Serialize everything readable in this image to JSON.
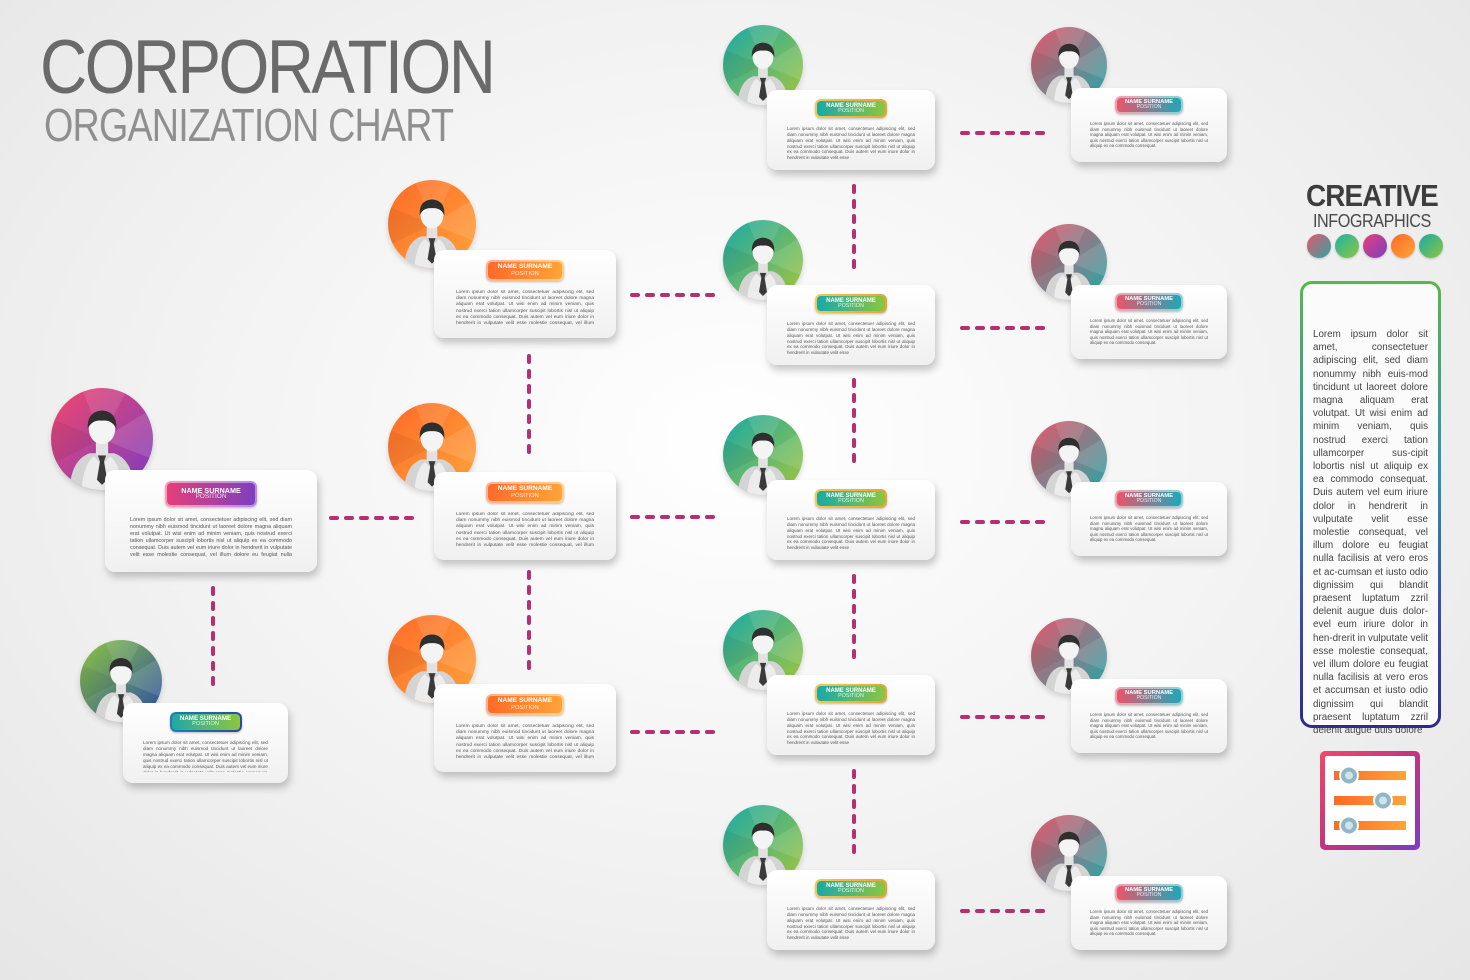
{
  "header": {
    "title": "CORPORATION",
    "subtitle": "ORGANIZATION CHART"
  },
  "brand": {
    "title": "CREATIVE",
    "subtitle": "INFOGRAPHICS",
    "swatch_colors": [
      [
        "#e9556b",
        "#2aa6a4"
      ],
      [
        "#1fb2a8",
        "#8cc63f"
      ],
      [
        "#e53f7a",
        "#7e3fbf"
      ],
      [
        "#ff6a28",
        "#ffa43a"
      ],
      [
        "#19a9a8",
        "#8cc63f"
      ]
    ]
  },
  "side_panel": {
    "text": "Lorem ipsum dolor sit amet, consectetuer adipiscing elit, sed diam nonummy nibh euis-mod tincidunt ut laoreet dolore magna aliquam erat volutpat. Ut wisi enim ad minim veniam, quis nostrud exerci tation ullamcorper sus-cipit lobortis nisl ut aliquip ex ea commodo consequat. Duis autem vel eum iriure dolor in hendrerit in vulputate velit esse molestie consequat, vel illum dolore eu feugiat nulla facilisis at vero eros et ac-cumsan et iusto odio dignissim qui blandit praesent luptatum zzril delenit augue duis dolor-evel eum iriure dolor in hen-drerit in vulputate velit esse molestie consequat, vel illum dolore eu feugiat nulla facilisis at vero eros et accumsan et iusto odio dignissim qui blandit praesent luptatum zzril delenit augue duis dolore"
  },
  "settings_icon": "settings-sliders-icon",
  "themes": {
    "magenta": {
      "avatar": [
        "#f2476b",
        "#7a3cc2"
      ],
      "pill": [
        "#e53f7a",
        "#7e3fbf"
      ],
      "border": [
        "#f6a0b8",
        "#b58ee0"
      ]
    },
    "green": {
      "avatar": [
        "#8cc63f",
        "#2a4aa8"
      ],
      "pill": [
        "#1fa8a6",
        "#8cc63f"
      ],
      "border": [
        "#1d7fb0",
        "#2a4aa8"
      ]
    },
    "orange": {
      "avatar": [
        "#ff6a28",
        "#ffa43a"
      ],
      "pill": [
        "#ff6a28",
        "#ffa43a"
      ],
      "border": [
        "#ffb089",
        "#ffd08a"
      ]
    },
    "teal": {
      "avatar": [
        "#19a9a8",
        "#a5c63a"
      ],
      "pill": [
        "#19a9a8",
        "#8cc63f"
      ],
      "border": [
        "#f0c94a",
        "#e8a23a"
      ]
    },
    "coral": {
      "avatar": [
        "#e9556b",
        "#1fa9a8"
      ],
      "pill": [
        "#e9556b",
        "#1fa8b8"
      ],
      "border": [
        "#f3a0ad",
        "#8ed2d7"
      ]
    }
  },
  "nodes": [
    {
      "id": "ceo",
      "theme": "magenta",
      "name": "NAME SURNAME",
      "position": "POSITION",
      "text": "Lorem ipsum dolor sit amet, consectetuer adipiscing elit, sed diam nonummy nibh euismod tincidunt ut laoreet dolore magna aliquam erat volutpat. Ut wisi enim ad minim veniam, quis nostrud exerci tation ullamcorper suscipit lobortis nisl ut aliquip ex ea commodo consequat. Duis autem vel eum iriure dolor in hendrerit in vulputate velit esse molestie consequat, vel illum dolore eu feugiat nulla facilisis at vero eros et accumsan et iusto odio dignissim qui blandit praesent luptatum zzril delenit augue duis dolore te feugait nulla facilisi. Lorem ipsum dolor sit amet, consectetuer adipiscing elit, sed diam nonummy nibh euismod tincidunt ut laoreet dolore magna aliquam erat volutpat. Duis autem vel eum"
    },
    {
      "id": "assistant",
      "theme": "green",
      "name": "NAME SURNAME",
      "position": "POSITION",
      "text": "Lorem ipsum dolor sit amet, consectetuer adipiscing elit, sed diam nonummy nibh euismod tincidunt ut laoreet dolore magna aliquam erat volutpat. Ut wisi enim ad minim veniam, quis nostrud exerci tation ullamcorper suscipit lobortis nisl ut aliquip ex ea commodo consequat. Duis autem vel eum iriure dolor in hendrerit in vulputate velit esse molestie consequat, vel illum dolore eu feugiat nulla facilisis at vero eros et accumsan et iusto odio dignissim qui blandit praesent luptatum zzril delenit"
    },
    {
      "id": "manager-1",
      "theme": "orange",
      "name": "NAME SURNAME",
      "position": "POSITION",
      "text": "Lorem ipsum dolor sit amet, consectetuer adipiscing elit, sed diam nonummy nibh euismod tincidunt ut laoreet dolore magna aliquam erat volutpat. Ut wisi enim ad minim veniam, quis nostrud exerci tation ullamcorper suscipit lobortis nisl ut aliquip ex ea commodo consequat. Duis autem vel eum iriure dolor in hendrerit in vulputate velit esse molestie consequat, vel illum dolore eu feugiat nulla facilisis at vero eros et accumsan et iusto odio dignissim qui blandit"
    },
    {
      "id": "manager-2",
      "theme": "orange",
      "name": "NAME SURNAME",
      "position": "POSITION",
      "text": "Lorem ipsum dolor sit amet, consectetuer adipiscing elit, sed diam nonummy nibh euismod tincidunt ut laoreet dolore magna aliquam erat volutpat. Ut wisi enim ad minim veniam, quis nostrud exerci tation ullamcorper suscipit lobortis nisl ut aliquip ex ea commodo consequat. Duis autem vel eum iriure dolor in hendrerit in vulputate velit esse molestie consequat, vel illum dolore eu feugiat nulla facilisis at vero eros et accumsan et iusto odio dignissim qui blandit"
    },
    {
      "id": "manager-3",
      "theme": "orange",
      "name": "NAME SURNAME",
      "position": "POSITION",
      "text": "Lorem ipsum dolor sit amet, consectetuer adipiscing elit, sed diam nonummy nibh euismod tincidunt ut laoreet dolore magna aliquam erat volutpat. Ut wisi enim ad minim veniam, quis nostrud exerci tation ullamcorper suscipit lobortis nisl ut aliquip ex ea commodo consequat. Duis autem vel eum iriure dolor in hendrerit in vulputate velit esse molestie consequat, vel illum dolore eu feugiat nulla facilisis at vero eros et accumsan et iusto odio dignissim qui blandit"
    },
    {
      "id": "lead-1",
      "theme": "teal",
      "name": "NAME SURNAME",
      "position": "POSITION",
      "text": "Lorem ipsum dolor sit amet, consectetuer adipiscing elit, sed diam nonummy nibh euismod tincidunt ut laoreet dolore magna aliquam erat volutpat. Ut wisi enim ad minim veniam, quis nostrud exerci tation ullamcorper suscipit lobortis nisl ut aliquip ex ea commodo consequat. Duis autem vel eum iriure dolor in hendrerit in vulputate velit esse"
    },
    {
      "id": "lead-2",
      "theme": "teal",
      "name": "NAME SURNAME",
      "position": "POSITION",
      "text": "Lorem ipsum dolor sit amet, consectetuer adipiscing elit, sed diam nonummy nibh euismod tincidunt ut laoreet dolore magna aliquam erat volutpat. Ut wisi enim ad minim veniam, quis nostrud exerci tation ullamcorper suscipit lobortis nisl ut aliquip ex ea commodo consequat. Duis autem vel eum iriure dolor in hendrerit in vulputate velit esse"
    },
    {
      "id": "lead-3",
      "theme": "teal",
      "name": "NAME SURNAME",
      "position": "POSITION",
      "text": "Lorem ipsum dolor sit amet, consectetuer adipiscing elit, sed diam nonummy nibh euismod tincidunt ut laoreet dolore magna aliquam erat volutpat. Ut wisi enim ad minim veniam, quis nostrud exerci tation ullamcorper suscipit lobortis nisl ut aliquip ex ea commodo consequat. Duis autem vel eum iriure dolor in hendrerit in vulputate velit esse"
    },
    {
      "id": "lead-4",
      "theme": "teal",
      "name": "NAME SURNAME",
      "position": "POSITION",
      "text": "Lorem ipsum dolor sit amet, consectetuer adipiscing elit, sed diam nonummy nibh euismod tincidunt ut laoreet dolore magna aliquam erat volutpat. Ut wisi enim ad minim veniam, quis nostrud exerci tation ullamcorper suscipit lobortis nisl ut aliquip ex ea commodo consequat. Duis autem vel eum iriure dolor in hendrerit in vulputate velit esse"
    },
    {
      "id": "lead-5",
      "theme": "teal",
      "name": "NAME SURNAME",
      "position": "POSITION",
      "text": "Lorem ipsum dolor sit amet, consectetuer adipiscing elit, sed diam nonummy nibh euismod tincidunt ut laoreet dolore magna aliquam erat volutpat. Ut wisi enim ad minim veniam, quis nostrud exerci tation ullamcorper suscipit lobortis nisl ut aliquip ex ea commodo consequat. Duis autem vel eum iriure dolor in hendrerit in vulputate velit esse"
    },
    {
      "id": "staff-1",
      "theme": "coral",
      "name": "NAME SURNAME",
      "position": "POSITION",
      "text": "Lorem ipsum dolor sit amet, consectetuer adipiscing elit, sed diam nonummy nibh euismod tincidunt ut laoreet dolore magna aliquam erat volutpat. Ut wisi enim ad minim veniam, quis nostrud exerci tation ullamcorper suscipit lobortis nisl ut aliquip ex ea commodo consequat."
    },
    {
      "id": "staff-2",
      "theme": "coral",
      "name": "NAME SURNAME",
      "position": "POSITION",
      "text": "Lorem ipsum dolor sit amet, consectetuer adipiscing elit, sed diam nonummy nibh euismod tincidunt ut laoreet dolore magna aliquam erat volutpat. Ut wisi enim ad minim veniam, quis nostrud exerci tation ullamcorper suscipit lobortis nisl ut aliquip ex ea commodo consequat."
    },
    {
      "id": "staff-3",
      "theme": "coral",
      "name": "NAME SURNAME",
      "position": "POSITION",
      "text": "Lorem ipsum dolor sit amet, consectetuer adipiscing elit, sed diam nonummy nibh euismod tincidunt ut laoreet dolore magna aliquam erat volutpat. Ut wisi enim ad minim veniam, quis nostrud exerci tation ullamcorper suscipit lobortis nisl ut aliquip ex ea commodo consequat."
    },
    {
      "id": "staff-4",
      "theme": "coral",
      "name": "NAME SURNAME",
      "position": "POSITION",
      "text": "Lorem ipsum dolor sit amet, consectetuer adipiscing elit, sed diam nonummy nibh euismod tincidunt ut laoreet dolore magna aliquam erat volutpat. Ut wisi enim ad minim veniam, quis nostrud exerci tation ullamcorper suscipit lobortis nisl ut aliquip ex ea commodo consequat."
    },
    {
      "id": "staff-5",
      "theme": "coral",
      "name": "NAME SURNAME",
      "position": "POSITION",
      "text": "Lorem ipsum dolor sit amet, consectetuer adipiscing elit, sed diam nonummy nibh euismod tincidunt ut laoreet dolore magna aliquam erat volutpat. Ut wisi enim ad minim veniam, quis nostrud exerci tation ullamcorper suscipit lobortis nisl ut aliquip ex ea commodo consequat."
    }
  ],
  "connector_color": "#b5306e"
}
